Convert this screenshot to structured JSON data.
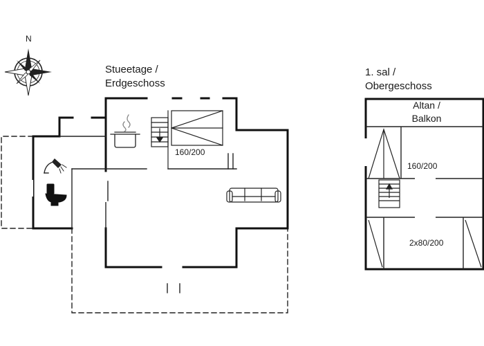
{
  "compass": {
    "north_label": "N",
    "icon": "compass-rose-icon"
  },
  "ground_floor": {
    "title_line1": "Stueetage /",
    "title_line2": "Erdgeschoss",
    "bed_label": "160/200",
    "icons": [
      "stove-pot-icon",
      "shower-icon",
      "toilet-icon",
      "sofa-icon",
      "stairs-down-icon"
    ]
  },
  "upper_floor": {
    "title_line1": "1. sal /",
    "title_line2": "Obergeschoss",
    "balcony_line1": "Altan /",
    "balcony_line2": "Balkon",
    "bed_label_1": "160/200",
    "bed_label_2": "2x80/200",
    "icons": [
      "stairs-up-icon"
    ]
  },
  "colors": {
    "wall": "#111111",
    "line": "#222222",
    "background": "#ffffff"
  }
}
